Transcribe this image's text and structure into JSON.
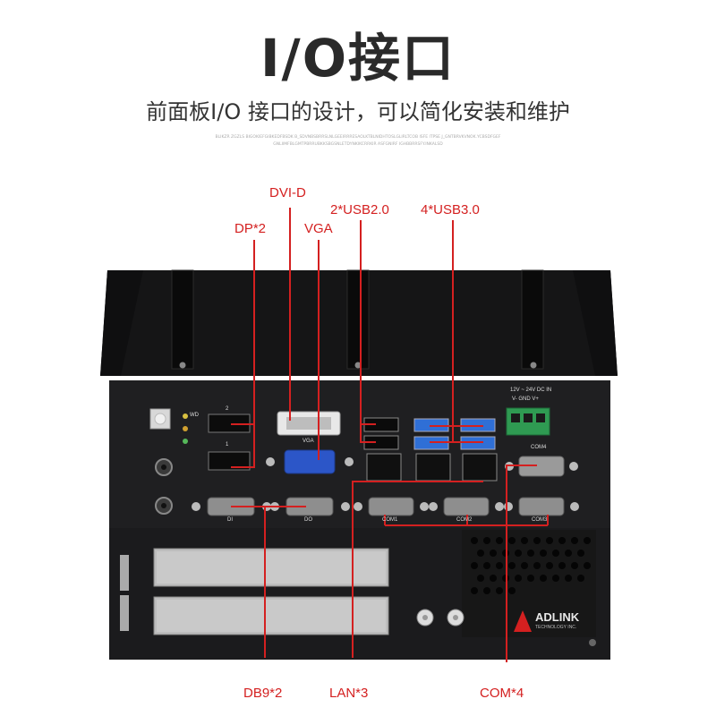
{
  "header": {
    "title": "I/O接口",
    "subtitle": "前面板I/O 接口的设计，可以简化安装和维护",
    "fine_print": "BLIKZR ZGZLS BIGOKIEFGIBKEDFBSDK B_SDVNBSBRRSLNLGEEIRRRESAOLKTBLNIDHTOSLGLIRLTCOB ISFE ITPSE J_GNTBRVKVNOK.YCBSDFGEFGNLIIMFBLGMTPBRRUBKKSBGSNLETDYNKIKCRRKIR ASFGNIRF IGHBBRRSFY.INKALSD"
  },
  "callouts": {
    "dvi_d": "DVI-D",
    "dp2": "DP*2",
    "vga": "VGA",
    "usb2": "2*USB2.0",
    "usb3": "4*USB3.0",
    "db9": "DB9*2",
    "lan": "LAN*3",
    "com": "COM*4"
  },
  "panel_labels": {
    "power": "12V ~ 24V DC IN",
    "power_pins": "V-  GND  V+",
    "com4": "COM4",
    "com1": "COM1",
    "com2": "COM2",
    "com3": "COM3",
    "di": "DI",
    "do": "DO",
    "vga_port": "VGA",
    "wd": "WD",
    "dp_port1": "1",
    "dp_port2": "2",
    "brand": "ADLINK",
    "brand_sub": "TECHNOLOGY INC."
  },
  "colors": {
    "callout_line": "#d42020",
    "chassis": "#1c1c1e",
    "panel": "#232325",
    "port_blue": "#2f6fd6",
    "vga_blue": "#2c56c8",
    "terminal_green": "#2f9a52"
  }
}
